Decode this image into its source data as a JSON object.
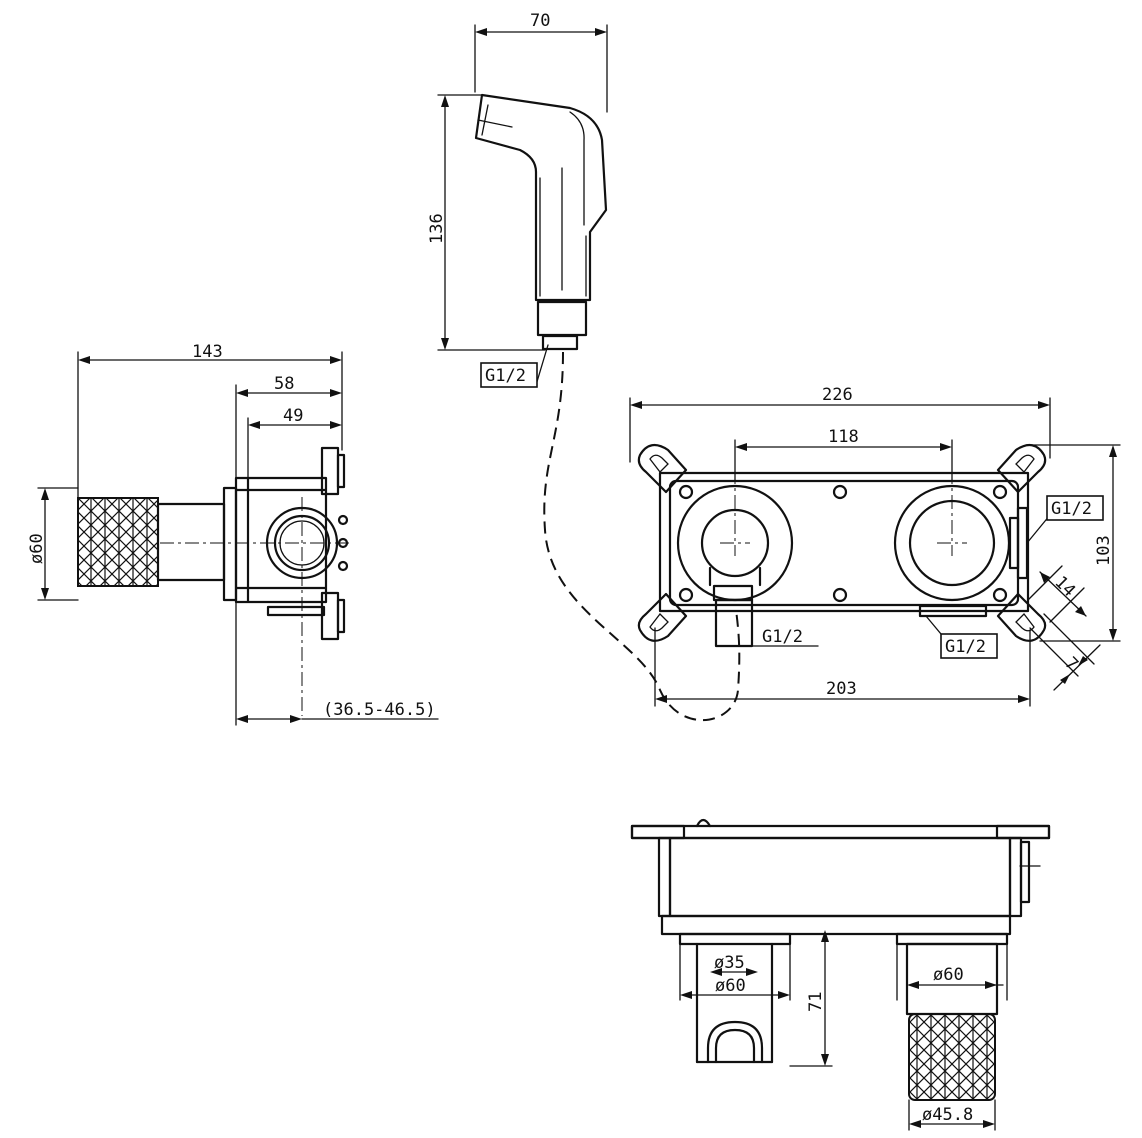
{
  "colors": {
    "ink": "#111111",
    "background": "#ffffff"
  },
  "dims": {
    "handset_width": "70",
    "handset_height": "136",
    "handset_thread": "G1/2",
    "side_total": "143",
    "side_58": "58",
    "side_49": "49",
    "side_dia": "ø60",
    "side_range": "(36.5-46.5)",
    "front_width": "226",
    "front_centers": "118",
    "front_height": "103",
    "front_holes": "203",
    "front_thread_right": "G1/2",
    "front_thread_left": "G1/2",
    "front_thread_bottom": "G1/2",
    "front_14": "14",
    "front_7": "7",
    "bottom_d35": "ø35",
    "bottom_d60_left": "ø60",
    "bottom_71": "71",
    "bottom_d60_right": "ø60",
    "bottom_d45": "ø45.8"
  }
}
